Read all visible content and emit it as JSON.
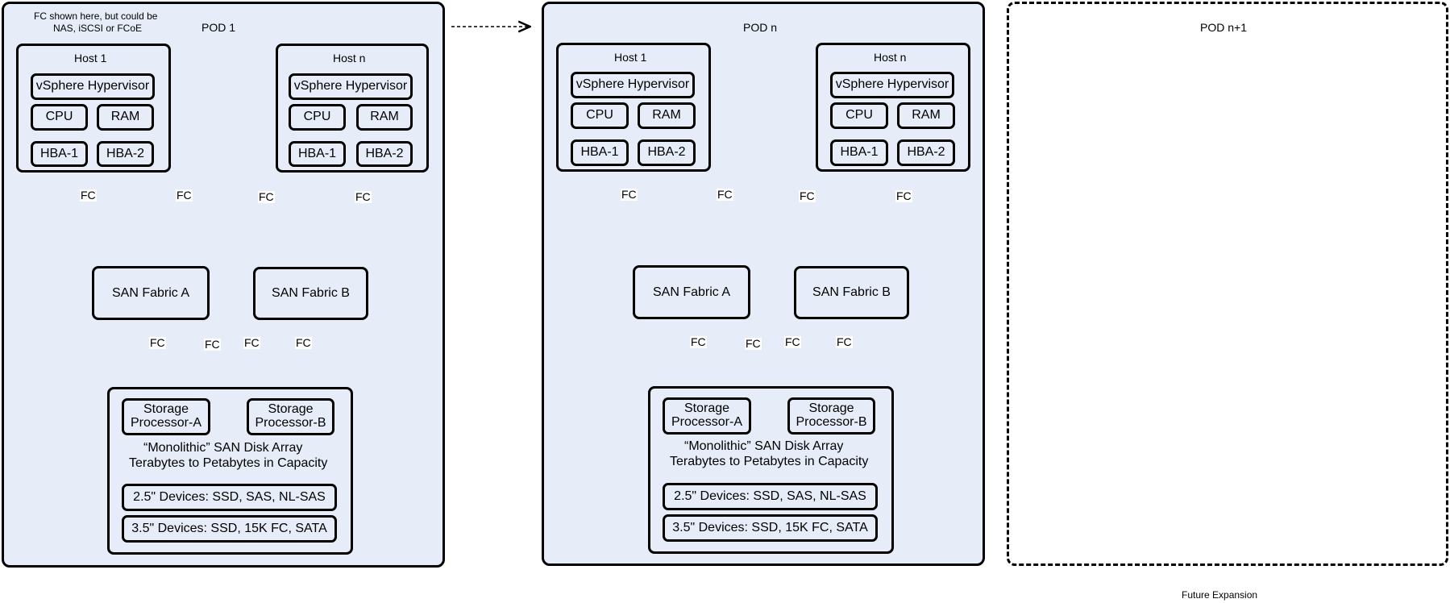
{
  "note": "FC shown here, but could be NAS, iSCSI or FCoE",
  "note_lines": [
    "FC shown here, but could be",
    "NAS, iSCSI or FCoE"
  ],
  "future_expansion": "Future Expansion",
  "pods": [
    {
      "title": "POD 1",
      "hosts": [
        {
          "name": "Host 1",
          "hypervisor": "vSphere Hypervisor",
          "cpu": "CPU",
          "ram": "RAM",
          "hba1": "HBA-1",
          "hba2": "HBA-2"
        },
        {
          "name": "Host n",
          "hypervisor": "vSphere Hypervisor",
          "cpu": "CPU",
          "ram": "RAM",
          "hba1": "HBA-1",
          "hba2": "HBA-2"
        }
      ],
      "fabric_a": "SAN Fabric A",
      "fabric_b": "SAN Fabric B",
      "storage": {
        "sp_a": "Storage Processor-A",
        "sp_a_lines": [
          "Storage",
          "Processor-A"
        ],
        "sp_b": "Storage Processor-B",
        "sp_b_lines": [
          "Storage",
          "Processor-B"
        ],
        "array_line1": "“Monolithic” SAN Disk Array",
        "array_line2": "Terabytes to Petabytes in Capacity",
        "devices_25": "2.5\" Devices: SSD, SAS, NL-SAS",
        "devices_35": "3.5\" Devices: SSD, 15K FC, SATA"
      },
      "fc_label": "FC"
    },
    {
      "title": "POD n",
      "hosts": [
        {
          "name": "Host 1",
          "hypervisor": "vSphere Hypervisor",
          "cpu": "CPU",
          "ram": "RAM",
          "hba1": "HBA-1",
          "hba2": "HBA-2"
        },
        {
          "name": "Host n",
          "hypervisor": "vSphere Hypervisor",
          "cpu": "CPU",
          "ram": "RAM",
          "hba1": "HBA-1",
          "hba2": "HBA-2"
        }
      ],
      "fabric_a": "SAN Fabric A",
      "fabric_b": "SAN Fabric B",
      "storage": {
        "sp_a": "Storage Processor-A",
        "sp_a_lines": [
          "Storage",
          "Processor-A"
        ],
        "sp_b": "Storage Processor-B",
        "sp_b_lines": [
          "Storage",
          "Processor-B"
        ],
        "array_line1": "“Monolithic” SAN Disk Array",
        "array_line2": "Terabytes to Petabytes in Capacity",
        "devices_25": "2.5\" Devices: SSD, SAS, NL-SAS",
        "devices_35": "3.5\" Devices: SSD, 15K FC, SATA"
      },
      "fc_label": "FC"
    },
    {
      "title": "POD n+1"
    }
  ]
}
